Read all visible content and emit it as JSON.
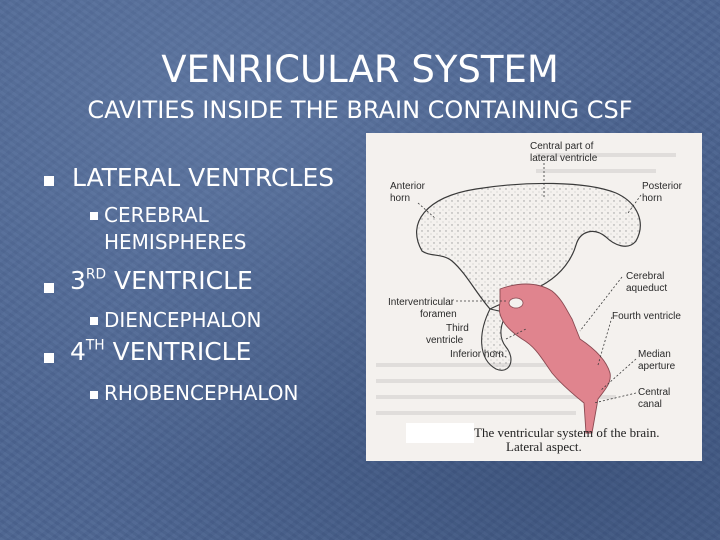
{
  "slide": {
    "title": "VENRICULAR SYSTEM",
    "subtitle": "CAVITIES INSIDE THE BRAIN CONTAINING CSF",
    "bullets": [
      {
        "text": "LATERAL VENTRCLES",
        "sub": [
          "CEREBRAL",
          "HEMISPHERES"
        ]
      },
      {
        "prefix": "3",
        "sup": "RD",
        "text": " VENTRICLE",
        "sub": [
          "DIENCEPHALON"
        ]
      },
      {
        "prefix": "4",
        "sup": "TH",
        "text": " VENTRICLE",
        "sub": [
          "RHOBENCEPHALON"
        ]
      }
    ]
  },
  "figure": {
    "labels": {
      "central_1": "Central part of",
      "central_2": "lateral ventricle",
      "anterior_1": "Anterior",
      "anterior_2": "horn",
      "posterior_1": "Posterior",
      "posterior_2": "horn",
      "cerebral_1": "Cerebral",
      "cerebral_2": "aqueduct",
      "interv_1": "Interventricular",
      "interv_2": "foramen",
      "third_1": "Third",
      "third_2": "ventricle",
      "fourth": "Fourth ventricle",
      "inferior": "Inferior horn",
      "median_1": "Median",
      "median_2": "aperture",
      "canal_1": "Central",
      "canal_2": "canal"
    },
    "caption_1": "The ventricular system of the brain.",
    "caption_2": "Lateral aspect.",
    "colors": {
      "pink": "#e0848e",
      "outline": "#3a3a3a",
      "paper": "#f4f1ee"
    }
  }
}
